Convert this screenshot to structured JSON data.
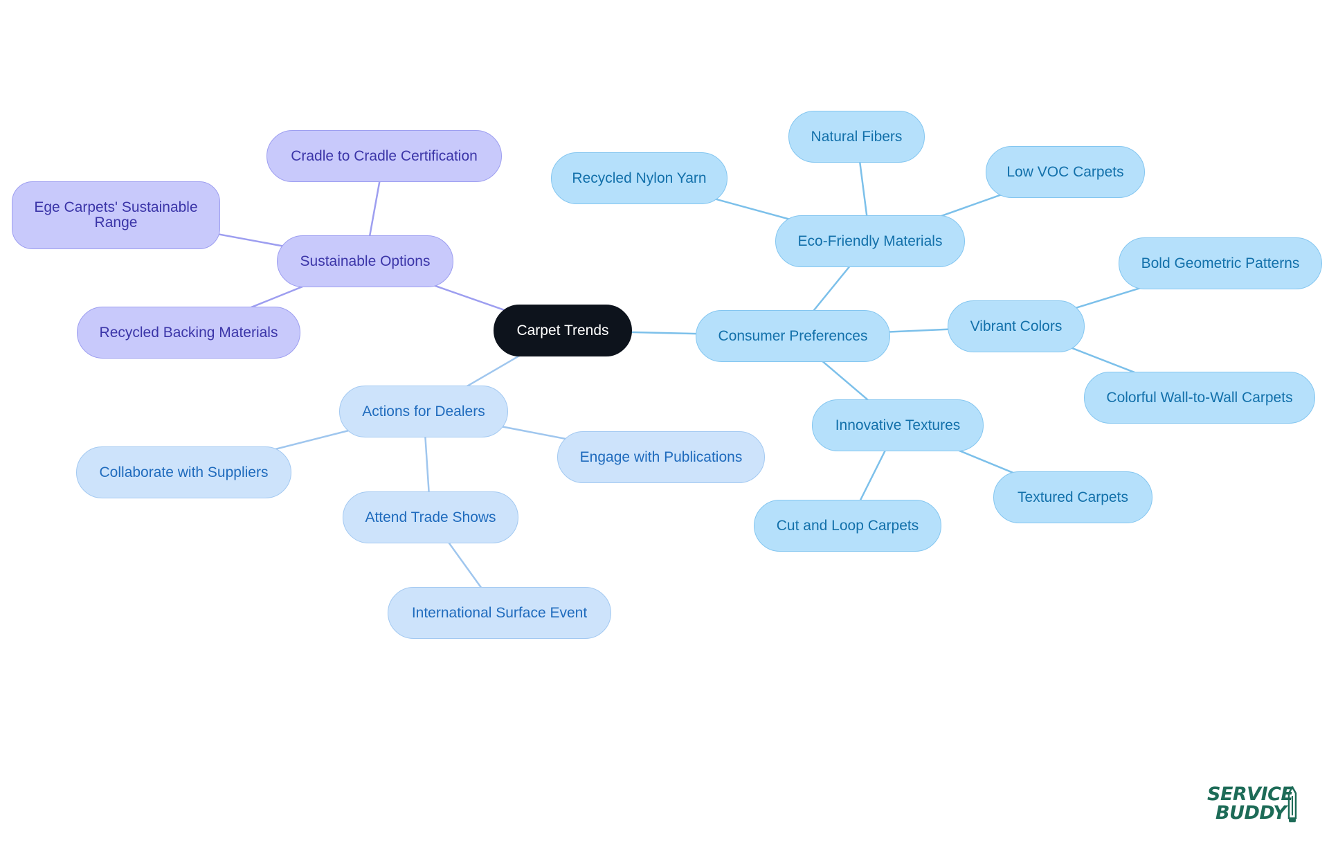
{
  "diagram": {
    "type": "mind-map",
    "root": "Carpet Trends",
    "nodes": {
      "carpet_trends": "Carpet Trends",
      "sustainable_options": "Sustainable Options",
      "cradle_to_cradle": "Cradle to Cradle Certification",
      "ege_carpets": "Ege Carpets' Sustainable Range",
      "recycled_backing": "Recycled Backing Materials",
      "actions_for_dealers": "Actions for Dealers",
      "collaborate_suppliers": "Collaborate with Suppliers",
      "engage_publications": "Engage with Publications",
      "attend_trade_shows": "Attend Trade Shows",
      "international_surface_event": "International Surface Event",
      "consumer_preferences": "Consumer Preferences",
      "eco_friendly_materials": "Eco-Friendly Materials",
      "recycled_nylon_yarn": "Recycled Nylon Yarn",
      "natural_fibers": "Natural Fibers",
      "low_voc_carpets": "Low VOC Carpets",
      "vibrant_colors": "Vibrant Colors",
      "bold_geometric_patterns": "Bold Geometric Patterns",
      "colorful_wall_to_wall": "Colorful Wall-to-Wall Carpets",
      "innovative_textures": "Innovative Textures",
      "textured_carpets": "Textured Carpets",
      "cut_and_loop_carpets": "Cut and Loop Carpets"
    },
    "edges": [
      [
        "carpet_trends",
        "sustainable_options"
      ],
      [
        "sustainable_options",
        "cradle_to_cradle"
      ],
      [
        "sustainable_options",
        "ege_carpets"
      ],
      [
        "sustainable_options",
        "recycled_backing"
      ],
      [
        "carpet_trends",
        "actions_for_dealers"
      ],
      [
        "actions_for_dealers",
        "collaborate_suppliers"
      ],
      [
        "actions_for_dealers",
        "engage_publications"
      ],
      [
        "actions_for_dealers",
        "attend_trade_shows"
      ],
      [
        "attend_trade_shows",
        "international_surface_event"
      ],
      [
        "carpet_trends",
        "consumer_preferences"
      ],
      [
        "consumer_preferences",
        "eco_friendly_materials"
      ],
      [
        "eco_friendly_materials",
        "recycled_nylon_yarn"
      ],
      [
        "eco_friendly_materials",
        "natural_fibers"
      ],
      [
        "eco_friendly_materials",
        "low_voc_carpets"
      ],
      [
        "consumer_preferences",
        "vibrant_colors"
      ],
      [
        "vibrant_colors",
        "bold_geometric_patterns"
      ],
      [
        "vibrant_colors",
        "colorful_wall_to_wall"
      ],
      [
        "consumer_preferences",
        "innovative_textures"
      ],
      [
        "innovative_textures",
        "textured_carpets"
      ],
      [
        "innovative_textures",
        "cut_and_loop_carpets"
      ]
    ],
    "colors": {
      "root_fill": "#0d131c",
      "sustainable_branch": "#c8c9fb",
      "sustainable_edge": "#9d9ef0",
      "consumer_branch": "#b5e0fb",
      "consumer_edge": "#7cc0ea",
      "dealers_branch": "#cde3fb",
      "dealers_edge": "#9fc6ee"
    }
  },
  "logo": {
    "line1": "SERVICE",
    "line2": "BUDDY",
    "color": "#1d6b57"
  }
}
